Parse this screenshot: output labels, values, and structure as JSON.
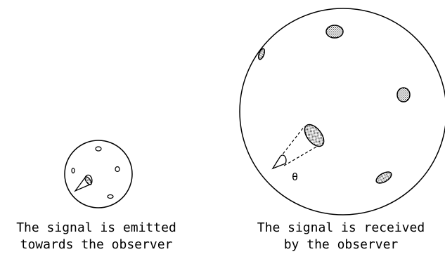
{
  "colors": {
    "stroke": "#000000",
    "background": "#ffffff",
    "stipple": "#000000"
  },
  "diagram": {
    "left_panel": {
      "caption_line1": "The signal is emitted",
      "caption_line2": "towards the observer"
    },
    "right_panel": {
      "caption_line1": "The signal is received",
      "caption_line2": "by the observer",
      "angle_label": "θ"
    }
  }
}
